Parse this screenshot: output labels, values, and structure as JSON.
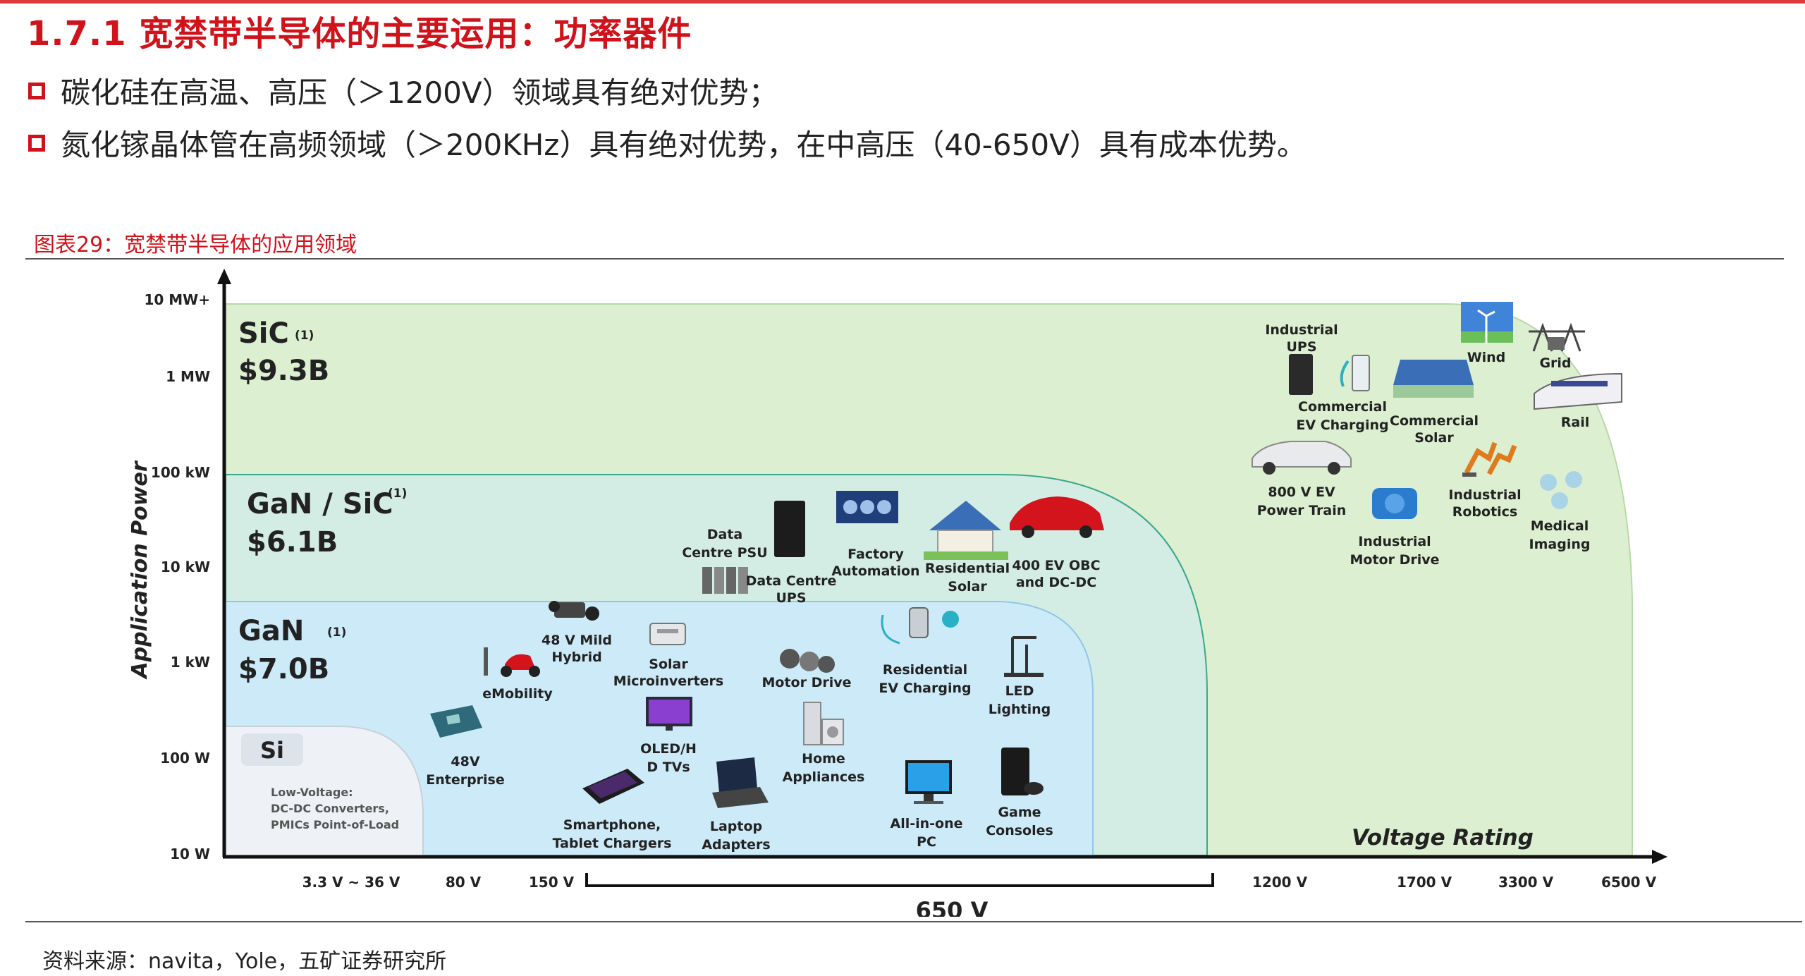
{
  "slide": {
    "title": "1.7.1 宽禁带半导体的主要运用：功率器件",
    "bullets": [
      "碳化硅在高温、高压（＞1200V）领域具有绝对优势；",
      "氮化镓晶体管在高频领域（＞200KHz）具有绝对优势，在中高压（40-650V）具有成本优势。"
    ],
    "figure_caption": "图表29：宽禁带半导体的应用领域",
    "source": "资料来源：navita，Yole，五矿证券研究所"
  },
  "diagram": {
    "y_axis": {
      "title": "Application Power",
      "ticks": [
        "10 MW+",
        "1 MW",
        "100 kW",
        "10 kW",
        "1 kW",
        "100 W",
        "10 W"
      ]
    },
    "x_axis": {
      "title": "Voltage Rating",
      "ticks": [
        "3.3 V ~ 36 V",
        "80 V",
        "150 V",
        "1200 V",
        "1700 V",
        "3300 V",
        "6500 V"
      ],
      "bracket_label": "650 V"
    },
    "regions": {
      "sic": {
        "name": "SiC",
        "note": "(1)",
        "value": "$9.3B",
        "color": "#dcefd0"
      },
      "gan_sic": {
        "name": "GaN / SiC",
        "note": "(1)",
        "value": "$6.1B",
        "color": "#d4ede4"
      },
      "gan": {
        "name": "GaN",
        "note": "(1)",
        "value": "$7.0B",
        "color": "#cdeaf8"
      },
      "si": {
        "name": "Si",
        "desc_lines": [
          "Low-Voltage:",
          "DC-DC Converters,",
          "PMICs Point-of-Load"
        ],
        "color": "#eef2f6"
      }
    },
    "applications": {
      "industrial_ups": [
        "Industrial",
        "UPS"
      ],
      "wind": [
        "Wind"
      ],
      "grid": [
        "Grid"
      ],
      "commercial_ev": [
        "Commercial",
        "EV Charging"
      ],
      "commercial_solar": [
        "Commercial",
        "Solar"
      ],
      "rail": [
        "Rail"
      ],
      "ev_power_train": [
        "800 V EV",
        "Power Train"
      ],
      "industrial_robotics": [
        "Industrial",
        "Robotics"
      ],
      "medical_imaging": [
        "Medical",
        "Imaging"
      ],
      "industrial_motor": [
        "Industrial",
        "Motor Drive"
      ],
      "data_centre_psu": [
        "Data",
        "Centre PSU"
      ],
      "data_centre_ups": [
        "Data Centre",
        "UPS"
      ],
      "factory_automation": [
        "Factory",
        "Automation"
      ],
      "residential_solar": [
        "Residential",
        "Solar"
      ],
      "ev_obc": [
        "400 EV OBC",
        "and DC-DC"
      ],
      "mild_hybrid": [
        "48 V Mild",
        "Hybrid"
      ],
      "solar_micro": [
        "Solar",
        "Microinverters"
      ],
      "motor_drive": [
        "Motor Drive"
      ],
      "residential_ev": [
        "Residential",
        "EV Charging"
      ],
      "led_lighting": [
        "LED",
        "Lighting"
      ],
      "emobility": [
        "eMobility"
      ],
      "enterprise_48v": [
        "48V",
        "Enterprise"
      ],
      "oled_tv": [
        "OLED/H",
        "D TVs"
      ],
      "home_appliances": [
        "Home",
        "Appliances"
      ],
      "smartphone": [
        "Smartphone,",
        "Tablet Chargers"
      ],
      "laptop": [
        "Laptop",
        "Adapters"
      ],
      "all_in_one": [
        "All-in-one",
        "PC"
      ],
      "game_consoles": [
        "Game",
        "Consoles"
      ]
    }
  }
}
